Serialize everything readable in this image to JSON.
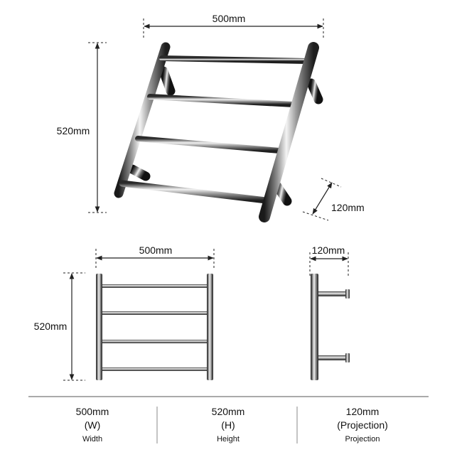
{
  "isometric_view": {
    "width_label": "500mm",
    "height_label": "520mm",
    "projection_label": "120mm"
  },
  "front_view": {
    "width_label": "500mm",
    "height_label": "520mm"
  },
  "side_view": {
    "projection_label": "120mm"
  },
  "specs": [
    {
      "value": "500mm",
      "abbr": "(W)",
      "label": "Width"
    },
    {
      "value": "520mm",
      "abbr": "(H)",
      "label": "Height"
    },
    {
      "value": "120mm",
      "abbr": "(Projection)",
      "label": "Projection"
    }
  ],
  "colors": {
    "chrome_dark": "#1a1a1a",
    "chrome_light": "#f4f4f4",
    "line": "#222222"
  }
}
